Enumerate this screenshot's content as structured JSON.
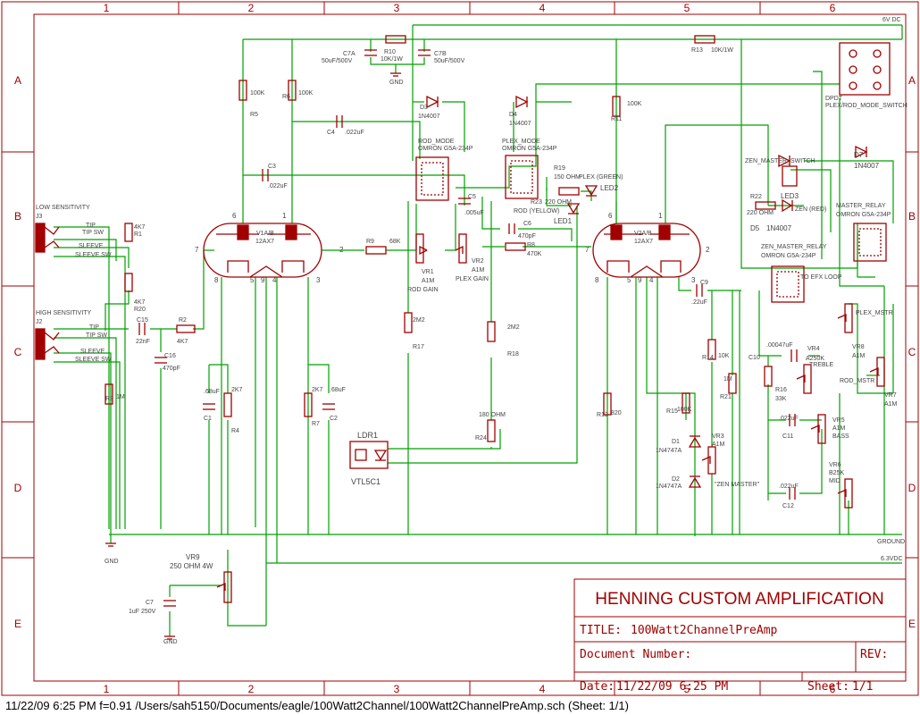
{
  "colors": {
    "frame": "#a00000",
    "wire": "#00a000",
    "part": "#a00000",
    "text": "#444444"
  },
  "frame": {
    "cols": [
      "1",
      "2",
      "3",
      "4",
      "5",
      "6"
    ],
    "rows": [
      "A",
      "B",
      "C",
      "D",
      "E"
    ]
  },
  "title_block": {
    "company": "HENNING CUSTOM AMPLIFICATION",
    "title_label": "TITLE:",
    "title_value": "100Watt2ChannelPreAmp",
    "docnum_label": "Document Number:",
    "rev_label": "REV:",
    "date_label": "Date:",
    "date_value": "11/22/09 6:25 PM",
    "sheet_label": "Sheet:",
    "sheet_value": "1/1"
  },
  "footer": "11/22/09 6:25 PM  f=0.91  /Users/sah5150/Documents/eagle/100Watt2Channel/100Watt2ChannelPreAmp.sch (Sheet: 1/1)",
  "nets": {
    "vdc6": "6V DC",
    "ground": "GROUND",
    "vdc63": "6.3VDC",
    "gnd1": "GND",
    "gnd2": "GND",
    "gnd3": "GND"
  },
  "jacks": {
    "j3_label": "LOW SENSITIVITY",
    "j3_name": "J3",
    "j2_label": "HIGH SENSITIVITY",
    "j2_name": "J2",
    "pins": [
      "TIP",
      "TIP SW",
      "SLEEVE",
      "SLEEVE SW"
    ]
  },
  "tubes": {
    "v1_name": "V1A/B",
    "v1_type": "12AX7",
    "v2_name": "V2A/B",
    "v2_type": "12AX7",
    "pins": [
      "6",
      "1",
      "7",
      "2",
      "8",
      "5",
      "9",
      "4",
      "3"
    ]
  },
  "parts": {
    "r1": [
      "4K7",
      "R1"
    ],
    "r20": [
      "4K7",
      "R20"
    ],
    "r2": [
      "R2",
      "4K7"
    ],
    "r3": [
      "R3",
      "1M"
    ],
    "c15": [
      "22nF",
      "C15"
    ],
    "c16": [
      "C16",
      "470pF"
    ],
    "r5": [
      "R5",
      "100K"
    ],
    "r6": [
      "R6",
      "100K"
    ],
    "c7a": [
      "C7A",
      "50uF/500V"
    ],
    "r10": [
      "R10",
      "10K/1W"
    ],
    "c7b": [
      "C7B",
      "50uF/500V"
    ],
    "c4": [
      "C4",
      ".022uF"
    ],
    "c3": [
      "C3",
      ".022uF"
    ],
    "d3": [
      "D3",
      "1N4007"
    ],
    "d4": [
      "D4",
      "1N4007"
    ],
    "rod_mode": [
      "ROD_MODE",
      "OMRON G5A-234P"
    ],
    "plex_mode": [
      "PLEX_MODE",
      "OMRON G5A-234P"
    ],
    "r19": [
      "R19",
      "150 OHM"
    ],
    "r23": [
      "R23",
      "220 OHM"
    ],
    "plex_led": [
      "PLEX (GREEN)",
      "LED2"
    ],
    "rod_led": [
      "ROD (YELLOW)",
      "LED1"
    ],
    "r9": [
      "R9",
      "68K"
    ],
    "c5": [
      "C5",
      ".005uF"
    ],
    "c6": [
      "C6",
      "470pF"
    ],
    "r8": [
      "R8",
      "470K"
    ],
    "vr1": [
      "VR1",
      "A1M",
      "ROD GAIN"
    ],
    "vr2": [
      "VR2",
      "A1M",
      "PLEX GAIN"
    ],
    "r17": [
      "R17",
      "2M2"
    ],
    "r18": [
      "R18",
      "2M2"
    ],
    "r24": [
      "R24",
      "180 OHM"
    ],
    "c1": [
      "C1",
      ".68uF"
    ],
    "r4": [
      "R4",
      "2K7"
    ],
    "r7": [
      "R7",
      "2K7"
    ],
    "c2": [
      "C2",
      ".68uF"
    ],
    "ldr1": [
      "LDR1",
      "VTL5C1"
    ],
    "r11": [
      "R11",
      "100K"
    ],
    "r13": [
      "R13",
      "10K/1W"
    ],
    "r12": [
      "R12",
      "820"
    ],
    "c9": [
      "C9",
      ".22uF"
    ],
    "r14": [
      "R14",
      "10K"
    ],
    "r15": [
      "R15",
      "100K"
    ],
    "r21": [
      "R21",
      "1M"
    ],
    "d1": [
      "D1",
      "1N4747A"
    ],
    "d2": [
      "D2",
      "1N4747A"
    ],
    "vr3": [
      "VR3",
      "A1M",
      "\"ZEN MASTER\""
    ],
    "dpdt": [
      "DPDT",
      "PLEX/ROD_MODE_SWITCH"
    ],
    "zen_sw": [
      "ZEN_MASTER_SWITCH"
    ],
    "r22": [
      "R22",
      "220 OHM"
    ],
    "led3": [
      "LED3",
      "ZEN (RED)"
    ],
    "d5": [
      "D5",
      "1N4007"
    ],
    "d7": [
      "D7",
      "1N4007"
    ],
    "master_relay": [
      "MASTER_RELAY",
      "OMRON G5A-234P"
    ],
    "zen_relay": [
      "ZEN_MASTER_RELAY",
      "OMRON G5A-234P"
    ],
    "efx": [
      "TO EFX LOOP"
    ],
    "c10": [
      "C10",
      ".00047uF"
    ],
    "vr4": [
      "VR4",
      "A250K",
      "TREBLE"
    ],
    "r16": [
      "R16",
      "33K"
    ],
    "c11": [
      "C11",
      ".022uF"
    ],
    "vr5": [
      "VR5",
      "A1M",
      "BASS"
    ],
    "c12": [
      "C12",
      ".022uF"
    ],
    "vr6": [
      "VR6",
      "B25K",
      "MID"
    ],
    "vr8": [
      "PLEX_MSTR",
      "VR8",
      "A1M"
    ],
    "vr7": [
      "ROD_MSTR",
      "VR7",
      "A1M"
    ],
    "vr9": [
      "VR9",
      "250 OHM 4W"
    ],
    "c7": [
      "C7",
      "1uF 250V"
    ]
  }
}
